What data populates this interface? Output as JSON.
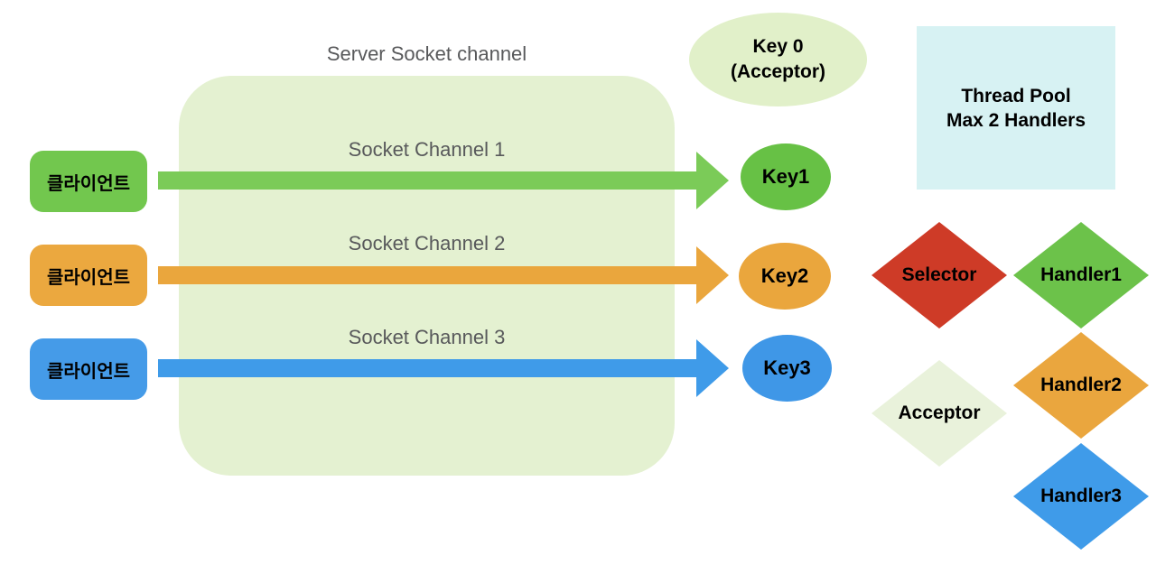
{
  "title": "Server Socket channel",
  "palette": {
    "green_shape": "#6CC24A",
    "green_arrow": "#7BCB58",
    "orange": "#EAA63D",
    "blue": "#3F9BE9",
    "red": "#CE3B27",
    "server_panel_green": "#E4F1D1",
    "key0_green": "#E1F0C9",
    "acceptor_green": "#E9F2DB",
    "thread_pool_cyan": "#D7F2F3",
    "label_gray": "#58595B"
  },
  "clients": [
    {
      "label": "클라이언트"
    },
    {
      "label": "클라이언트"
    },
    {
      "label": "클라이언트"
    }
  ],
  "channels": [
    {
      "label": "Socket Channel 1"
    },
    {
      "label": "Socket Channel 2"
    },
    {
      "label": "Socket Channel 3"
    }
  ],
  "keys": [
    {
      "label": "Key 0",
      "sublabel": "(Acceptor)"
    },
    {
      "label": "Key1"
    },
    {
      "label": "Key2"
    },
    {
      "label": "Key3"
    }
  ],
  "thread_pool": {
    "line1": "Thread Pool",
    "line2": "Max 2 Handlers"
  },
  "nodes": [
    {
      "label": "Selector"
    },
    {
      "label": "Handler1"
    },
    {
      "label": "Acceptor"
    },
    {
      "label": "Handler2"
    },
    {
      "label": "Handler3"
    }
  ]
}
